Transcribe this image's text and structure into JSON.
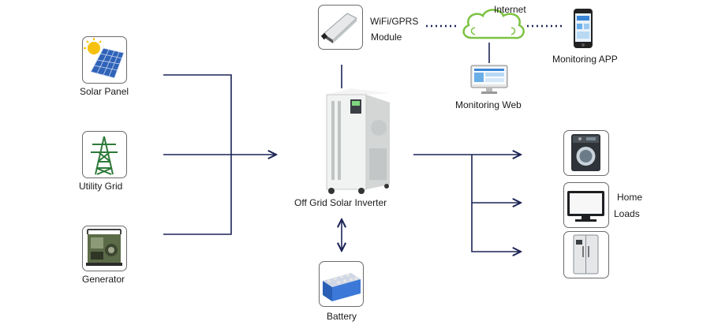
{
  "nodes": {
    "solar_panel": "Solar Panel",
    "utility_grid": "Utility Grid",
    "generator": "Generator",
    "inverter": "Off Grid Solar Inverter",
    "battery": "Battery",
    "wifi_line1": "WiFi/GPRS",
    "wifi_line2": "Module",
    "internet": "Internet",
    "monitoring_app": "Monitoring APP",
    "monitoring_web": "Monitoring Web",
    "home_line1": "Home",
    "home_line2": "Loads"
  },
  "icons": {
    "solar_panel": "solar-panel-icon",
    "utility_grid": "power-tower-icon",
    "generator": "generator-icon",
    "inverter": "inverter-cabinet-icon",
    "battery": "battery-bank-icon",
    "wifi_module": "wifi-gprs-module-icon",
    "internet": "cloud-icon",
    "monitoring_app": "smartphone-icon",
    "monitoring_web": "monitor-icon",
    "washing_machine": "washing-machine-icon",
    "television": "television-icon",
    "refrigerator": "refrigerator-icon"
  },
  "colors": {
    "connector": "#1c2455",
    "cloud": "#7cc242",
    "box_border": "#6b6b6b"
  }
}
